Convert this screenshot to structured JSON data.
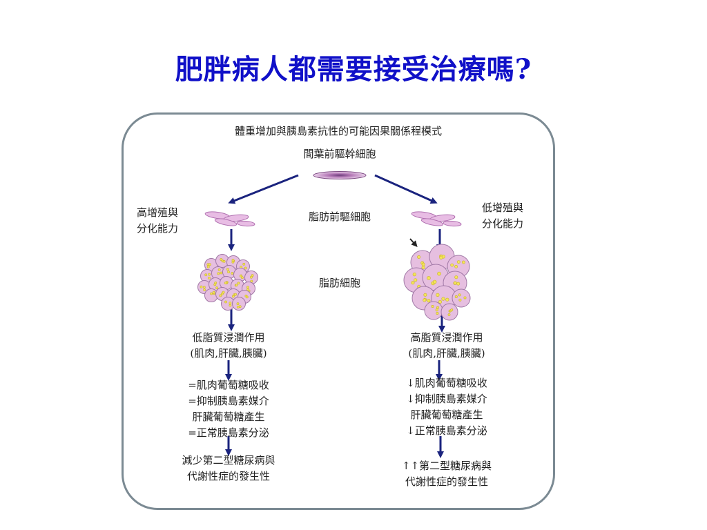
{
  "slide": {
    "title": "肥胖病人都需要接受治療嗎?"
  },
  "diagram": {
    "heading": "體重增加與胰島素抗性的可能因果關係程模式",
    "stem_cell": "間葉前驅幹細胞",
    "preadipocyte": "脂肪前驅細胞",
    "adipocyte": "脂肪細胞",
    "left": {
      "capacity": [
        "高增殖與",
        "分化能力"
      ],
      "infiltration": [
        "低脂質浸潤作用",
        "(肌肉,肝臟,胰臟)"
      ],
      "effects": [
        "=肌肉葡萄糖吸收",
        "=抑制胰島素媒介",
        "肝臟葡萄糖產生",
        "=正常胰島素分泌"
      ],
      "outcome": [
        "減少第二型糖尿病與",
        "代謝性症的發生性"
      ]
    },
    "right": {
      "capacity": [
        "低增殖與",
        "分化能力"
      ],
      "infiltration": [
        "高脂質浸潤作用",
        "(肌肉,肝臟,胰臟)"
      ],
      "effects": [
        "↓肌肉葡萄糖吸收",
        "↓抑制胰島素媒介",
        "肝臟葡萄糖產生",
        "↓正常胰島素分泌"
      ],
      "outcome": [
        "↑↑第二型糖尿病與",
        "代謝性症的發生性"
      ]
    }
  },
  "colors": {
    "title": "#1010c8",
    "arrow": "#1a237e",
    "cell_fill": "#e6bfe0",
    "droplet": "#f2e45a",
    "border": "#7b8a93"
  }
}
